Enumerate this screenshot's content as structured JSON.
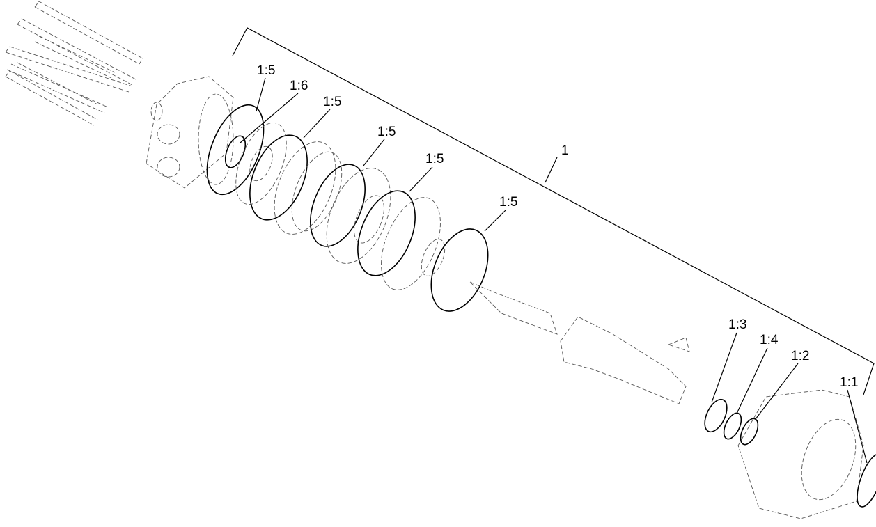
{
  "diagram": {
    "assembly_label": "1",
    "callouts": [
      {
        "id": "o-ring-a",
        "label": "1:5"
      },
      {
        "id": "seal-ring",
        "label": "1:6"
      },
      {
        "id": "o-ring-b",
        "label": "1:5"
      },
      {
        "id": "o-ring-c",
        "label": "1:5"
      },
      {
        "id": "o-ring-d",
        "label": "1:5"
      },
      {
        "id": "o-ring-e",
        "label": "1:5"
      },
      {
        "id": "shaft-seal",
        "label": "1:3"
      },
      {
        "id": "backup-ring",
        "label": "1:4"
      },
      {
        "id": "o-ring-f",
        "label": "1:2"
      },
      {
        "id": "dust-seal",
        "label": "1:1"
      }
    ]
  }
}
